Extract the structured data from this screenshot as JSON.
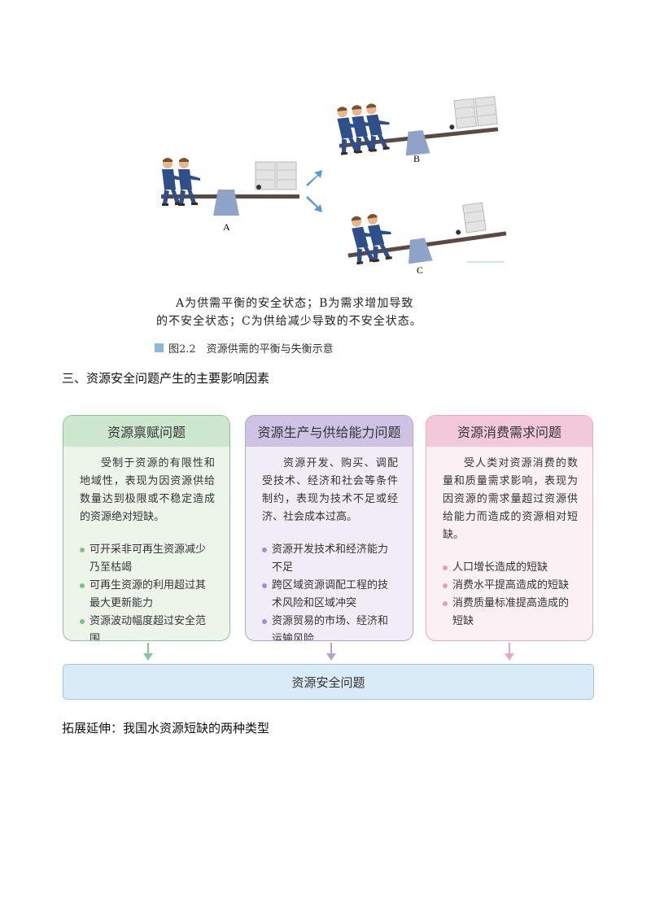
{
  "figure": {
    "labels": {
      "a": "A",
      "b": "B",
      "c": "C"
    },
    "caption_lines": [
      "A为供需平衡的安全状态；B为需求增加导致",
      "的不安全状态；C为供给减少导致的不安全状态。"
    ],
    "title": "图2.2　资源供需的平衡与失衡示意"
  },
  "section_heading": "三、资源安全问题产生的主要影响因素",
  "cards": [
    {
      "title": "资源禀赋问题",
      "description": "受制于资源的有限性和地域性，表现为因资源供给数量达到极限或不稳定造成的资源绝对短缺。",
      "bullets": [
        "可开采非可再生资源减少乃至枯竭",
        "可再生资源的利用超过其最大更新能力",
        "资源波动幅度超过安全范围"
      ]
    },
    {
      "title": "资源生产与供给能力问题",
      "description": "资源开发、购买、调配受技术、经济和社会等条件制约，表现为技术不足或经济、社会成本过高。",
      "bullets": [
        "资源开发技术和经济能力不足",
        "跨区域资源调配工程的技术风险和区域冲突",
        "资源贸易的市场、经济和运输风险"
      ]
    },
    {
      "title": "资源消费需求问题",
      "description": "受人类对资源消费的数量和质量需求影响，表现为因资源的需求量超过资源供给能力而造成的资源相对短缺。",
      "bullets": [
        "人口增长造成的短缺",
        "消费水平提高造成的短缺",
        "消费质量标准提高造成的短缺"
      ]
    }
  ],
  "bottom_box": "资源安全问题",
  "footer_heading": "拓展延伸：我国水资源短缺的两种类型",
  "colors": {
    "green": "#8cc49a",
    "purple": "#b3a3d2",
    "pink": "#e7a9c2",
    "blue": "#9cc7e3"
  },
  "icons": [
    "person-pulling-icon",
    "barrel-icon",
    "arrow-icon"
  ]
}
